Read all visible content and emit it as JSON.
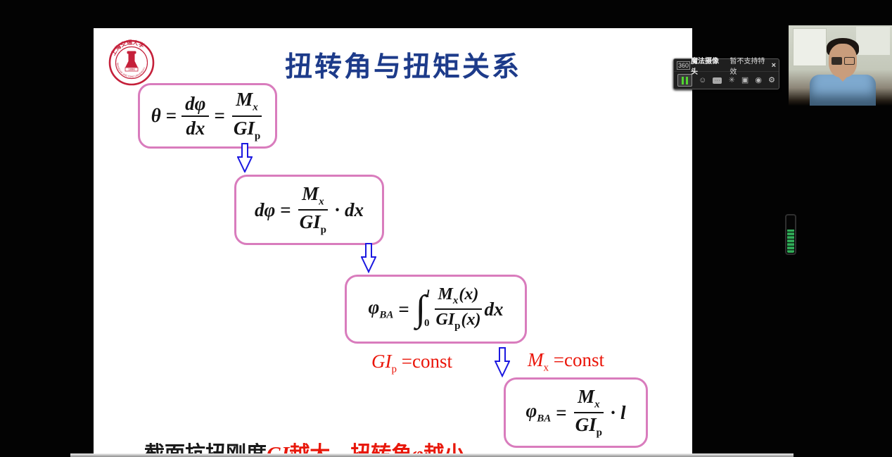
{
  "colors": {
    "title_blue": "#1d3b8a",
    "box_border_pink": "#d97cbd",
    "arrow_blue": "#1b18e0",
    "condition_red": "#ea1408",
    "volume_green": "#2aa34d"
  },
  "slide": {
    "title": "扭转角与扭矩关系",
    "logo": {
      "cn": "上海交通大学",
      "en": "SHANGHAI JIAO TONG UNIVERSITY",
      "year": "1896"
    },
    "f1": {
      "lhs": "θ",
      "eq": "=",
      "fa_num": "dφ",
      "fa_den": "dx",
      "eq2": "=",
      "fb_num_m": "M",
      "fb_num_s": "x",
      "fb_den_m": "GI",
      "fb_den_s": "p"
    },
    "f2": {
      "lhs": "dφ",
      "eq": "=",
      "fa_num_m": "M",
      "fa_num_s": "x",
      "fa_den_m": "GI",
      "fa_den_s": "p",
      "mul": "·",
      "rhs": "dx"
    },
    "f3": {
      "lhs_m": "φ",
      "lhs_s": "BA",
      "eq": "=",
      "int": "∫",
      "lim_top": "l",
      "lim_bot": "0",
      "num_m": "M",
      "num_s": "x",
      "num_arg": "(x)",
      "den_m": "GI",
      "den_s": "p",
      "den_arg": "(x)",
      "tail": "dx"
    },
    "f4": {
      "lhs_m": "φ",
      "lhs_s": "BA",
      "eq": "=",
      "num_m": "M",
      "num_s": "x",
      "den_m": "GI",
      "den_s": "p",
      "mul": "·",
      "rhs": "l"
    },
    "cond_left": {
      "m": "GI",
      "s": "p",
      "rest": " =const"
    },
    "cond_right": {
      "m": "M",
      "s": "x",
      "rest": " =const"
    },
    "footnote": {
      "p1": "截面抗扭刚度",
      "p2": "GI",
      "p3": "越大，扭转角",
      "p4": "φ",
      "p5": "越小"
    }
  },
  "camera_toolbar": {
    "brand": "360",
    "app_name": "魔法摄像头",
    "status": "暂不支持特效",
    "close": "×",
    "icons": {
      "pause": "pause",
      "smiley": "☺",
      "chat": "···",
      "wand": "✳",
      "panel": "▣",
      "camera": "◉",
      "gear": "⚙"
    }
  },
  "webcam": {
    "description": "instructor video feed"
  },
  "mic_meter": {
    "level_percent": 62
  }
}
